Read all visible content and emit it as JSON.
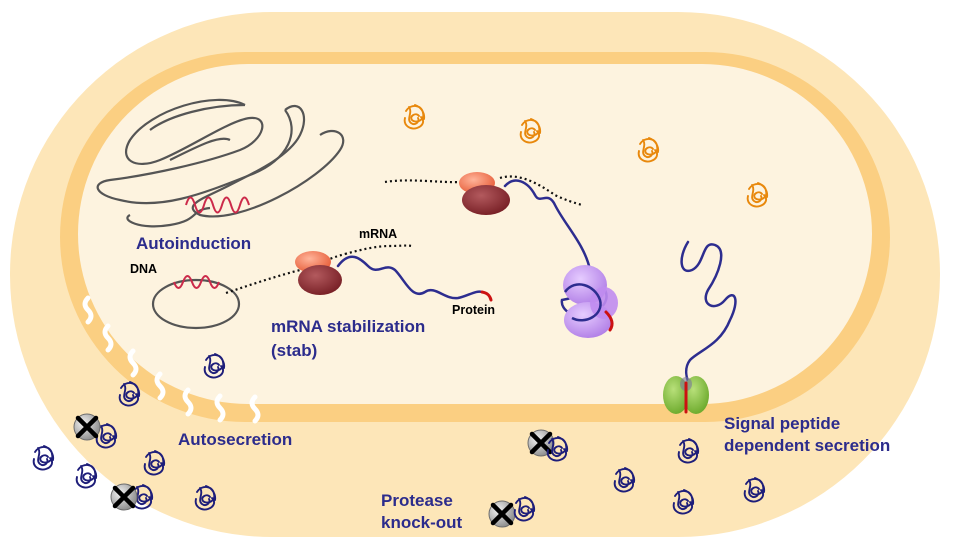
{
  "labels": {
    "autoinduction": "Autoinduction",
    "dna": "DNA",
    "mrna": "mRNA",
    "protein": "Protein",
    "mrna_stabilization": "mRNA stabilization",
    "stab": "(stab)",
    "autosecretion": "Autosecretion",
    "signal_peptide_line1": "Signal peptide",
    "signal_peptide_line2": "dependent secretion",
    "protease_line1": "Protease",
    "protease_line2": "knock-out"
  },
  "colors": {
    "cell_wall": "#fde6b8",
    "cytoplasm": "#fdf3df",
    "inner_membrane": "#fbcf82",
    "label_blue": "#2c2c8c",
    "protein_chain": "#2d2d8f",
    "folded_protein_inside": "#e8880c",
    "folded_protein_outside": "#1e1e7a",
    "signal_peptide": "#cc1111",
    "ribosome_small": "#f07a58",
    "ribosome_large": "#8e2f34",
    "chaperone": "#c89cf0",
    "translocon": "#8cc63f",
    "dna_genome": "#555555",
    "protease": "#9a9a9a"
  },
  "icons": {
    "inactive_protease": "x-mark-icon",
    "folded_protein": "folded-protein-icon"
  }
}
